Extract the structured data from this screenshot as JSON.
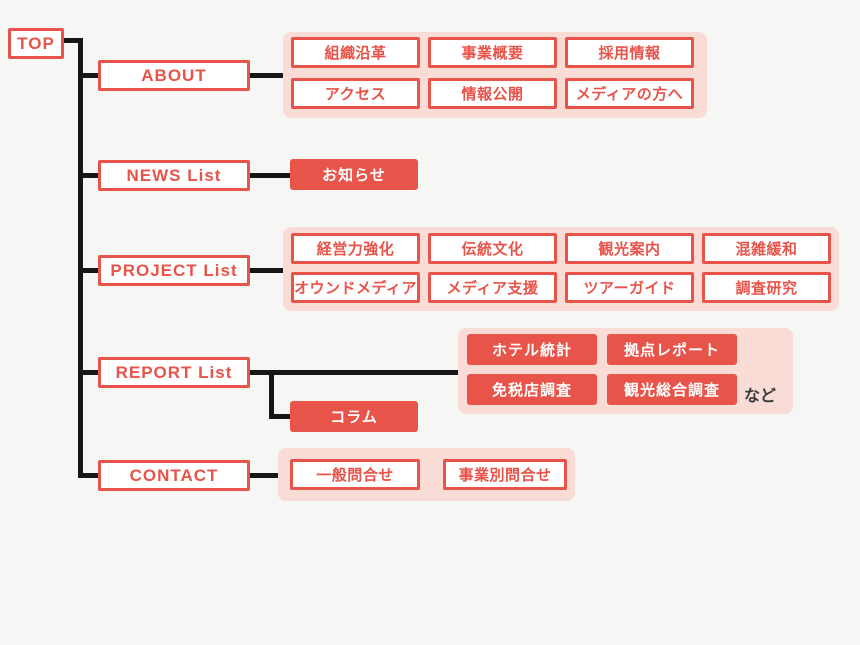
{
  "palette": {
    "red": "#e8534a",
    "panel_pink": "#f8dcd5",
    "background": "#f6f6f5",
    "line_black": "#161616",
    "note_dark": "#3a3a3a"
  },
  "root": {
    "label": "TOP"
  },
  "sections": {
    "about": {
      "label": "ABOUT",
      "items": [
        "組織沿革",
        "事業概要",
        "採用情報",
        "アクセス",
        "情報公開",
        "メディアの方へ"
      ]
    },
    "news": {
      "label": "NEWS List",
      "items": [
        "お知らせ"
      ]
    },
    "project": {
      "label": "PROJECT List",
      "items": [
        "経営力強化",
        "伝統文化",
        "観光案内",
        "混雑緩和",
        "オウンドメディア",
        "メディア支援",
        "ツアーガイド",
        "調査研究"
      ]
    },
    "report": {
      "label": "REPORT List",
      "items": [
        "ホテル統計",
        "拠点レポート",
        "免税店調査",
        "観光総合調査"
      ],
      "suffix": "など",
      "sub_item": "コラム"
    },
    "contact": {
      "label": "CONTACT",
      "items": [
        "一般問合せ",
        "事業別問合せ"
      ]
    }
  }
}
